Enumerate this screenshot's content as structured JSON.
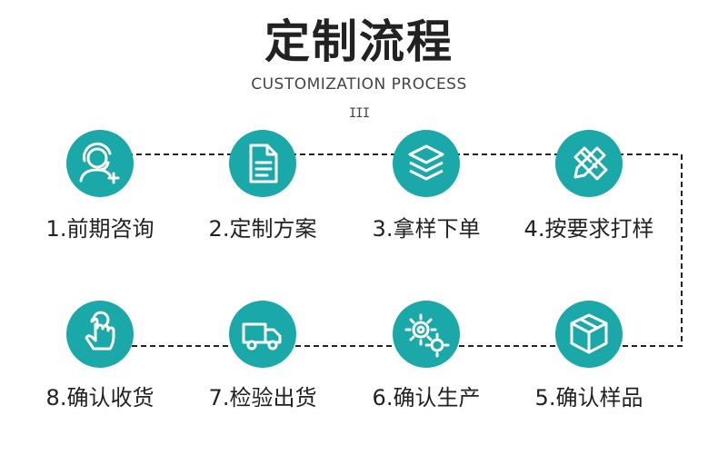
{
  "header": {
    "title": "定制流程",
    "subtitle": "CUSTOMIZATION PROCESS",
    "divider": "III"
  },
  "theme": {
    "accent": "#1aa8a8",
    "text": "#222222",
    "line": "#222222"
  },
  "steps": [
    {
      "label": "1.前期咨询",
      "icon": "headset-user-icon"
    },
    {
      "label": "2.定制方案",
      "icon": "document-icon"
    },
    {
      "label": "3.拿样下单",
      "icon": "layers-icon"
    },
    {
      "label": "4.按要求打样",
      "icon": "pencil-ruler-icon"
    },
    {
      "label": "5.确认样品",
      "icon": "box-icon"
    },
    {
      "label": "6.确认生产",
      "icon": "gears-icon"
    },
    {
      "label": "7.检验出货",
      "icon": "truck-icon"
    },
    {
      "label": "8.确认收货",
      "icon": "hand-tap-icon"
    }
  ]
}
